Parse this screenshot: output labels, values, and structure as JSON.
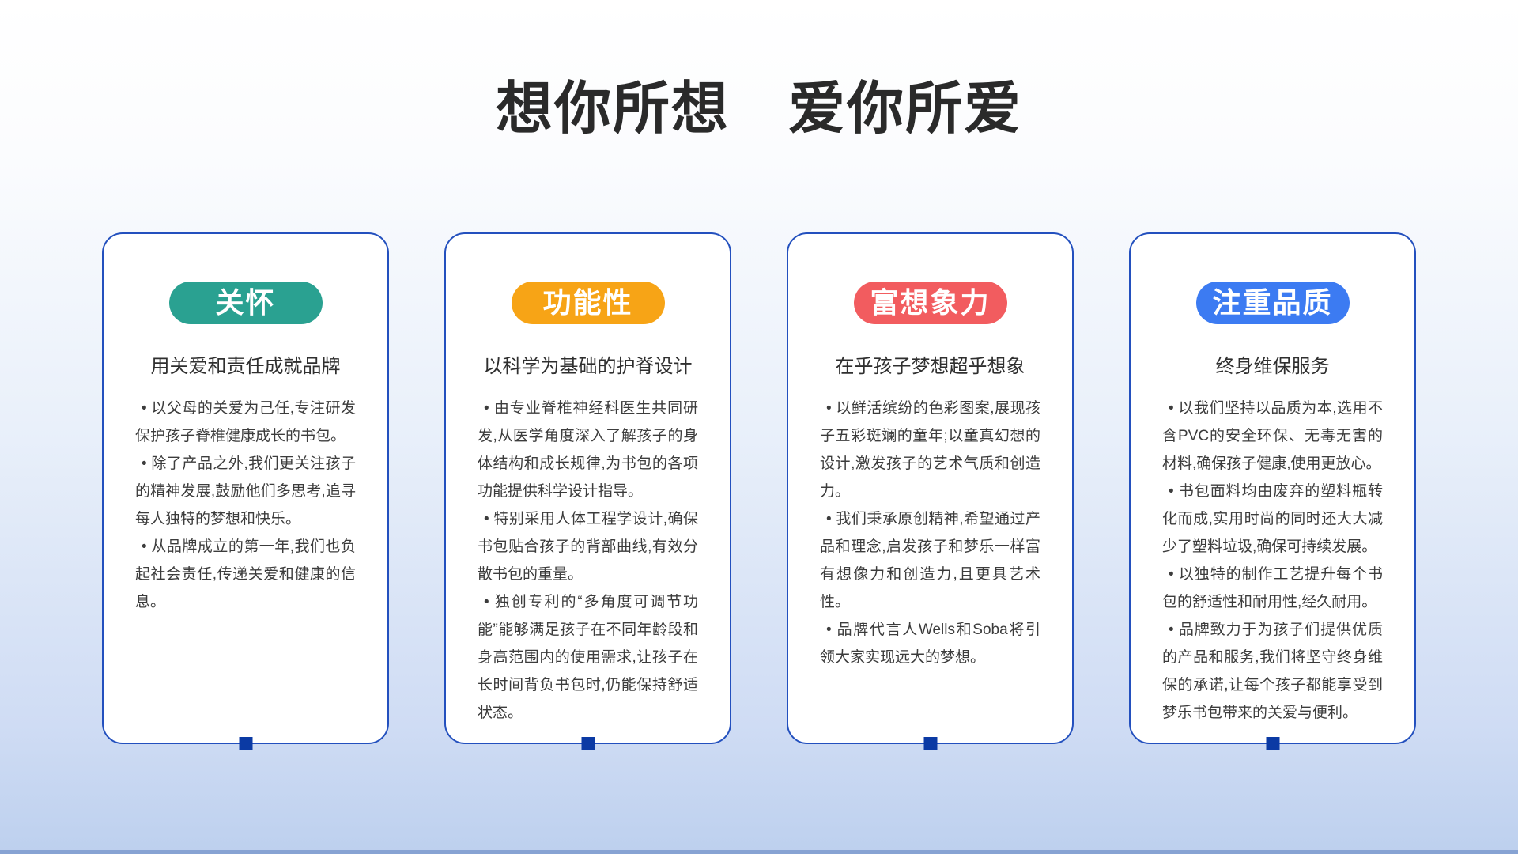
{
  "title": "想你所想　爱你所爱",
  "colors": {
    "card_border": "#2350be",
    "bottom_marker": "#0b3aa4",
    "badge_teal": "#2aa191",
    "badge_orange": "#f7a416",
    "badge_red": "#f25c5f",
    "badge_blue": "#3c7bf2"
  },
  "cards": [
    {
      "badge": "关怀",
      "badge_color": "#2aa191",
      "subtitle": "用关爱和责任成就品牌",
      "bullets": [
        "• 以父母的关爱为己任,专注研发保护孩子脊椎健康成长的书包。",
        "• 除了产品之外,我们更关注孩子的精神发展,鼓励他们多思考,追寻每人独特的梦想和快乐。",
        "• 从品牌成立的第一年,我们也负起社会责任,传递关爱和健康的信息。"
      ]
    },
    {
      "badge": "功能性",
      "badge_color": "#f7a416",
      "subtitle": "以科学为基础的护脊设计",
      "bullets": [
        "• 由专业脊椎神经科医生共同研发,从医学角度深入了解孩子的身体结构和成长规律,为书包的各项功能提供科学设计指导。",
        "• 特别采用人体工程学设计,确保书包贴合孩子的背部曲线,有效分散书包的重量。",
        "• 独创专利的“多角度可调节功能”能够满足孩子在不同年龄段和身高范围内的使用需求,让孩子在长时间背负书包时,仍能保持舒适状态。"
      ]
    },
    {
      "badge": "富想象力",
      "badge_color": "#f25c5f",
      "subtitle": "在乎孩子梦想超乎想象",
      "bullets": [
        "• 以鲜活缤纷的色彩图案,展现孩子五彩斑斓的童年;以童真幻想的设计,激发孩子的艺术气质和创造力。",
        "• 我们秉承原创精神,希望通过产品和理念,启发孩子和梦乐一样富有想像力和创造力,且更具艺术性。",
        "• 品牌代言人Wells和Soba将引领大家实现远大的梦想。"
      ]
    },
    {
      "badge": "注重品质",
      "badge_color": "#3c7bf2",
      "subtitle": "终身维保服务",
      "bullets": [
        "• 以我们坚持以品质为本,选用不含PVC的安全环保、无毒无害的材料,确保孩子健康,使用更放心。",
        "• 书包面料均由废弃的塑料瓶转化而成,实用时尚的同时还大大减少了塑料垃圾,确保可持续发展。",
        "• 以独特的制作工艺提升每个书包的舒适性和耐用性,经久耐用。",
        "• 品牌致力于为孩子们提供优质的产品和服务,我们将坚守终身维保的承诺,让每个孩子都能享受到梦乐书包带来的关爱与便利。"
      ]
    }
  ]
}
